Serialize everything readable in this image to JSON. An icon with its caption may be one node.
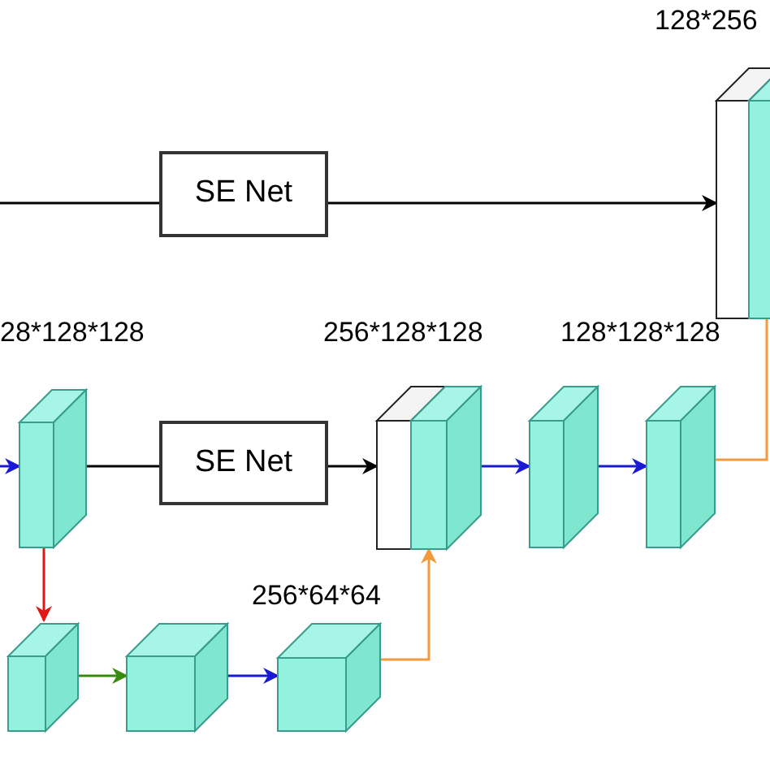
{
  "diagram": {
    "nodes": [
      {
        "text": [
          "SE Net"
        ]
      },
      {
        "text": [],
        "shape": "box",
        "beside": [
          "128*256"
        ]
      },
      {
        "text": [],
        "shape": "box",
        "beside": [
          "28*128*128"
        ]
      },
      {
        "text": [
          "SE Net"
        ]
      },
      {
        "text": [],
        "shape": "box",
        "beside": [
          "256*128*128"
        ]
      },
      {
        "text": [],
        "shape": "box"
      },
      {
        "text": [],
        "shape": "box"
      },
      {
        "text": [],
        "shape": "box"
      },
      {
        "text": [],
        "shape": "box"
      },
      {
        "text": [],
        "shape": "box",
        "beside": [
          "256*64*64"
        ]
      }
    ],
    "edges": [
      {
        "from": null,
        "to": 0,
        "arrow": "none"
      },
      {
        "from": 0,
        "to": 1,
        "arrow": "to"
      },
      {
        "from": null,
        "to": 2,
        "arrow": "to",
        "color": "#1a1ad6"
      },
      {
        "from": 2,
        "to": 3,
        "arrow": "none"
      },
      {
        "from": 3,
        "to": 4,
        "arrow": "to"
      },
      {
        "from": 4,
        "to": 5,
        "arrow": "to",
        "color": "#1a1ad6"
      },
      {
        "from": 5,
        "to": 6,
        "arrow": "to",
        "color": "#1a1ad6"
      },
      {
        "from": 6,
        "to": 1,
        "arrow": "none",
        "color": "#f39a3c"
      },
      {
        "from": 2,
        "to": 7,
        "arrow": "to",
        "color": "#e01818"
      },
      {
        "from": 7,
        "to": 8,
        "arrow": "to",
        "color": "#3a8a10"
      },
      {
        "from": 8,
        "to": 9,
        "arrow": "to",
        "color": "#1a1ad6"
      },
      {
        "from": 9,
        "to": 4,
        "arrow": "to",
        "color": "#f39a3c"
      }
    ],
    "labels": [
      "128*128*128"
    ]
  }
}
